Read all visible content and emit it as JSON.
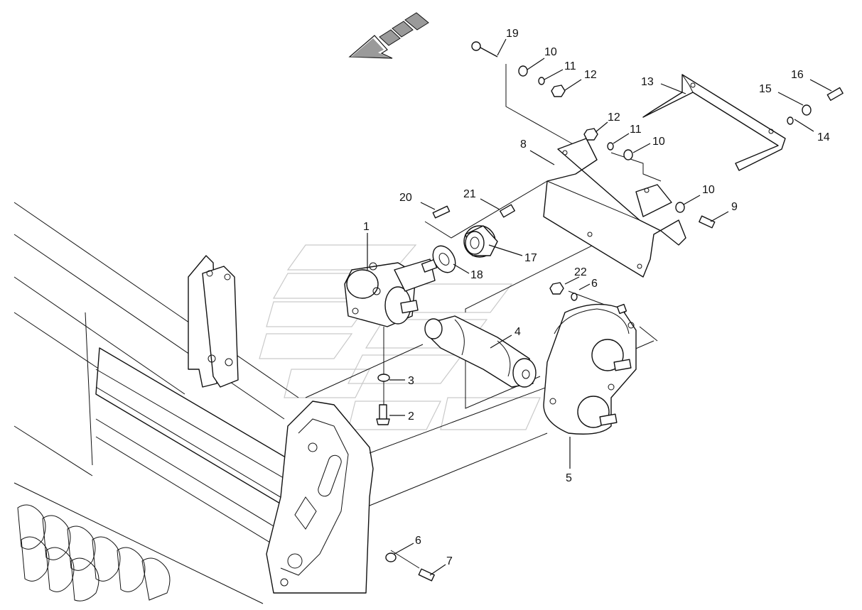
{
  "callouts": {
    "c1": "1",
    "c2": "2",
    "c3": "3",
    "c4": "4",
    "c5": "5",
    "c6a": "6",
    "c6b": "6",
    "c7": "7",
    "c8": "8",
    "c9": "9",
    "c10a": "10",
    "c10b": "10",
    "c10c": "10",
    "c11a": "11",
    "c11b": "11",
    "c12a": "12",
    "c12b": "12",
    "c13": "13",
    "c14": "14",
    "c15": "15",
    "c16": "16",
    "c17": "17",
    "c18": "18",
    "c19": "19",
    "c20": "20",
    "c21": "21",
    "c22": "22"
  }
}
